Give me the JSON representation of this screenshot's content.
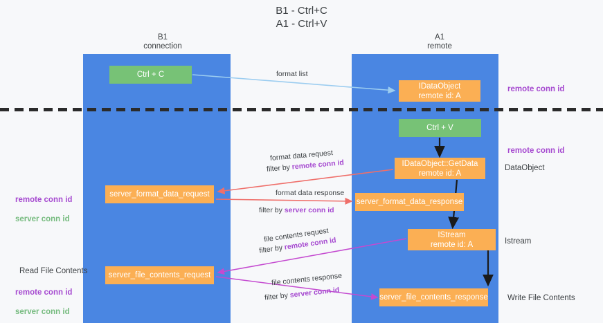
{
  "title": "B1 - Ctrl+C\nA1 - Ctrl+V",
  "columns": {
    "left": "B1\nconnection",
    "right": "A1\nremote"
  },
  "nodes": {
    "ctrl_c": "Ctrl + C",
    "idataobject": "IDataObject\nremote id: A",
    "ctrl_v": "Ctrl + V",
    "getdata": "IDataObject::GetData\nremote id: A",
    "server_format_data_request": "server_format_data_request",
    "server_format_data_response": "server_format_data_response",
    "istream": "IStream\nremote id: A",
    "server_file_contents_request": "server_file_contents_request",
    "server_file_contents_response": "server_file_contents_response"
  },
  "annotations": {
    "remote_conn_id_top": "remote conn id",
    "remote_conn_id_mid": "remote conn id",
    "dataobject": "DataObject",
    "istream": "Istream",
    "write_file_contents": "Write File Contents",
    "read_file_contents": "Read File Contents",
    "left_ids_mid": {
      "remote": "remote conn id",
      "server": "server conn id"
    },
    "left_ids_bottom": {
      "remote": "remote conn id",
      "server": "server conn id"
    }
  },
  "edge_labels": {
    "format_list": "format list",
    "format_data_request": "format data request",
    "format_data_request_filter_prefix": "filter by ",
    "format_data_request_filter_key": "remote conn id",
    "format_data_response": "format data response",
    "format_data_response_filter_prefix": "filter by ",
    "format_data_response_filter_key": "server conn id",
    "file_contents_request": "file contents request",
    "file_contents_request_filter_prefix": "filter by ",
    "file_contents_request_filter_key": "remote conn id",
    "file_contents_response": "file contents response",
    "file_contents_response_filter_prefix": "filter by ",
    "file_contents_response_filter_key": "server conn id"
  },
  "colors": {
    "lane": "#4a86e2",
    "green_node": "#77c276",
    "orange_node": "#fbaf54",
    "purple_text": "#a64ad0",
    "green_text": "#76bb7f",
    "arrow_blue": "#9ccdf0",
    "arrow_red": "#ef6f6a",
    "arrow_magenta": "#c44ad0",
    "arrow_black": "#1a1a1a",
    "background": "#f7f8fa"
  }
}
